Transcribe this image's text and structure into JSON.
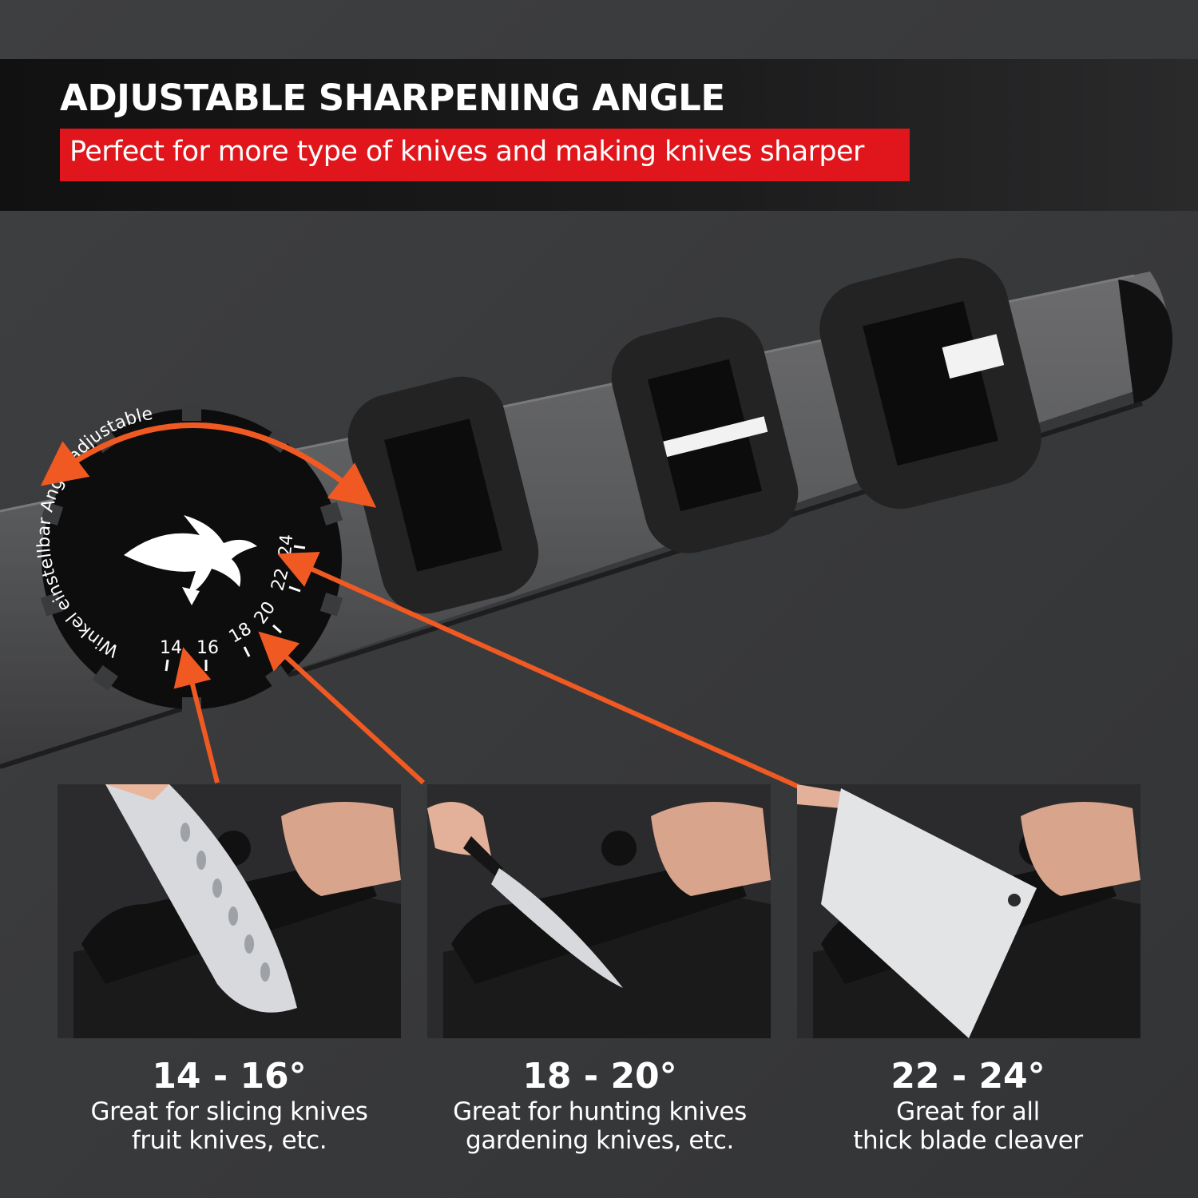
{
  "header": {
    "headline": "ADJUSTABLE SHARPENING ANGLE",
    "subheadline": "Perfect for more type of knives and making knives sharper"
  },
  "dial": {
    "arc_text": "Winkel einstellbar Angle adjustable",
    "angle_marks": [
      "14",
      "16",
      "18",
      "20",
      "22",
      "24"
    ]
  },
  "options": [
    {
      "angle": "14 - 16°",
      "line1": "Great for slicing knives",
      "line2": "fruit knives, etc."
    },
    {
      "angle": "18 - 20°",
      "line1": "Great for hunting knives",
      "line2": "gardening knives, etc."
    },
    {
      "angle": "22 - 24°",
      "line1": "Great for all",
      "line2": "thick blade cleaver"
    }
  ],
  "colors": {
    "accent_red": "#e0161c",
    "arrow_orange": "#f05a22",
    "background": "#3a3b3d",
    "header_band": "#141414"
  },
  "icons": [
    "shark-logo-icon",
    "double-arrow-icon",
    "pointer-arrow-icon"
  ]
}
